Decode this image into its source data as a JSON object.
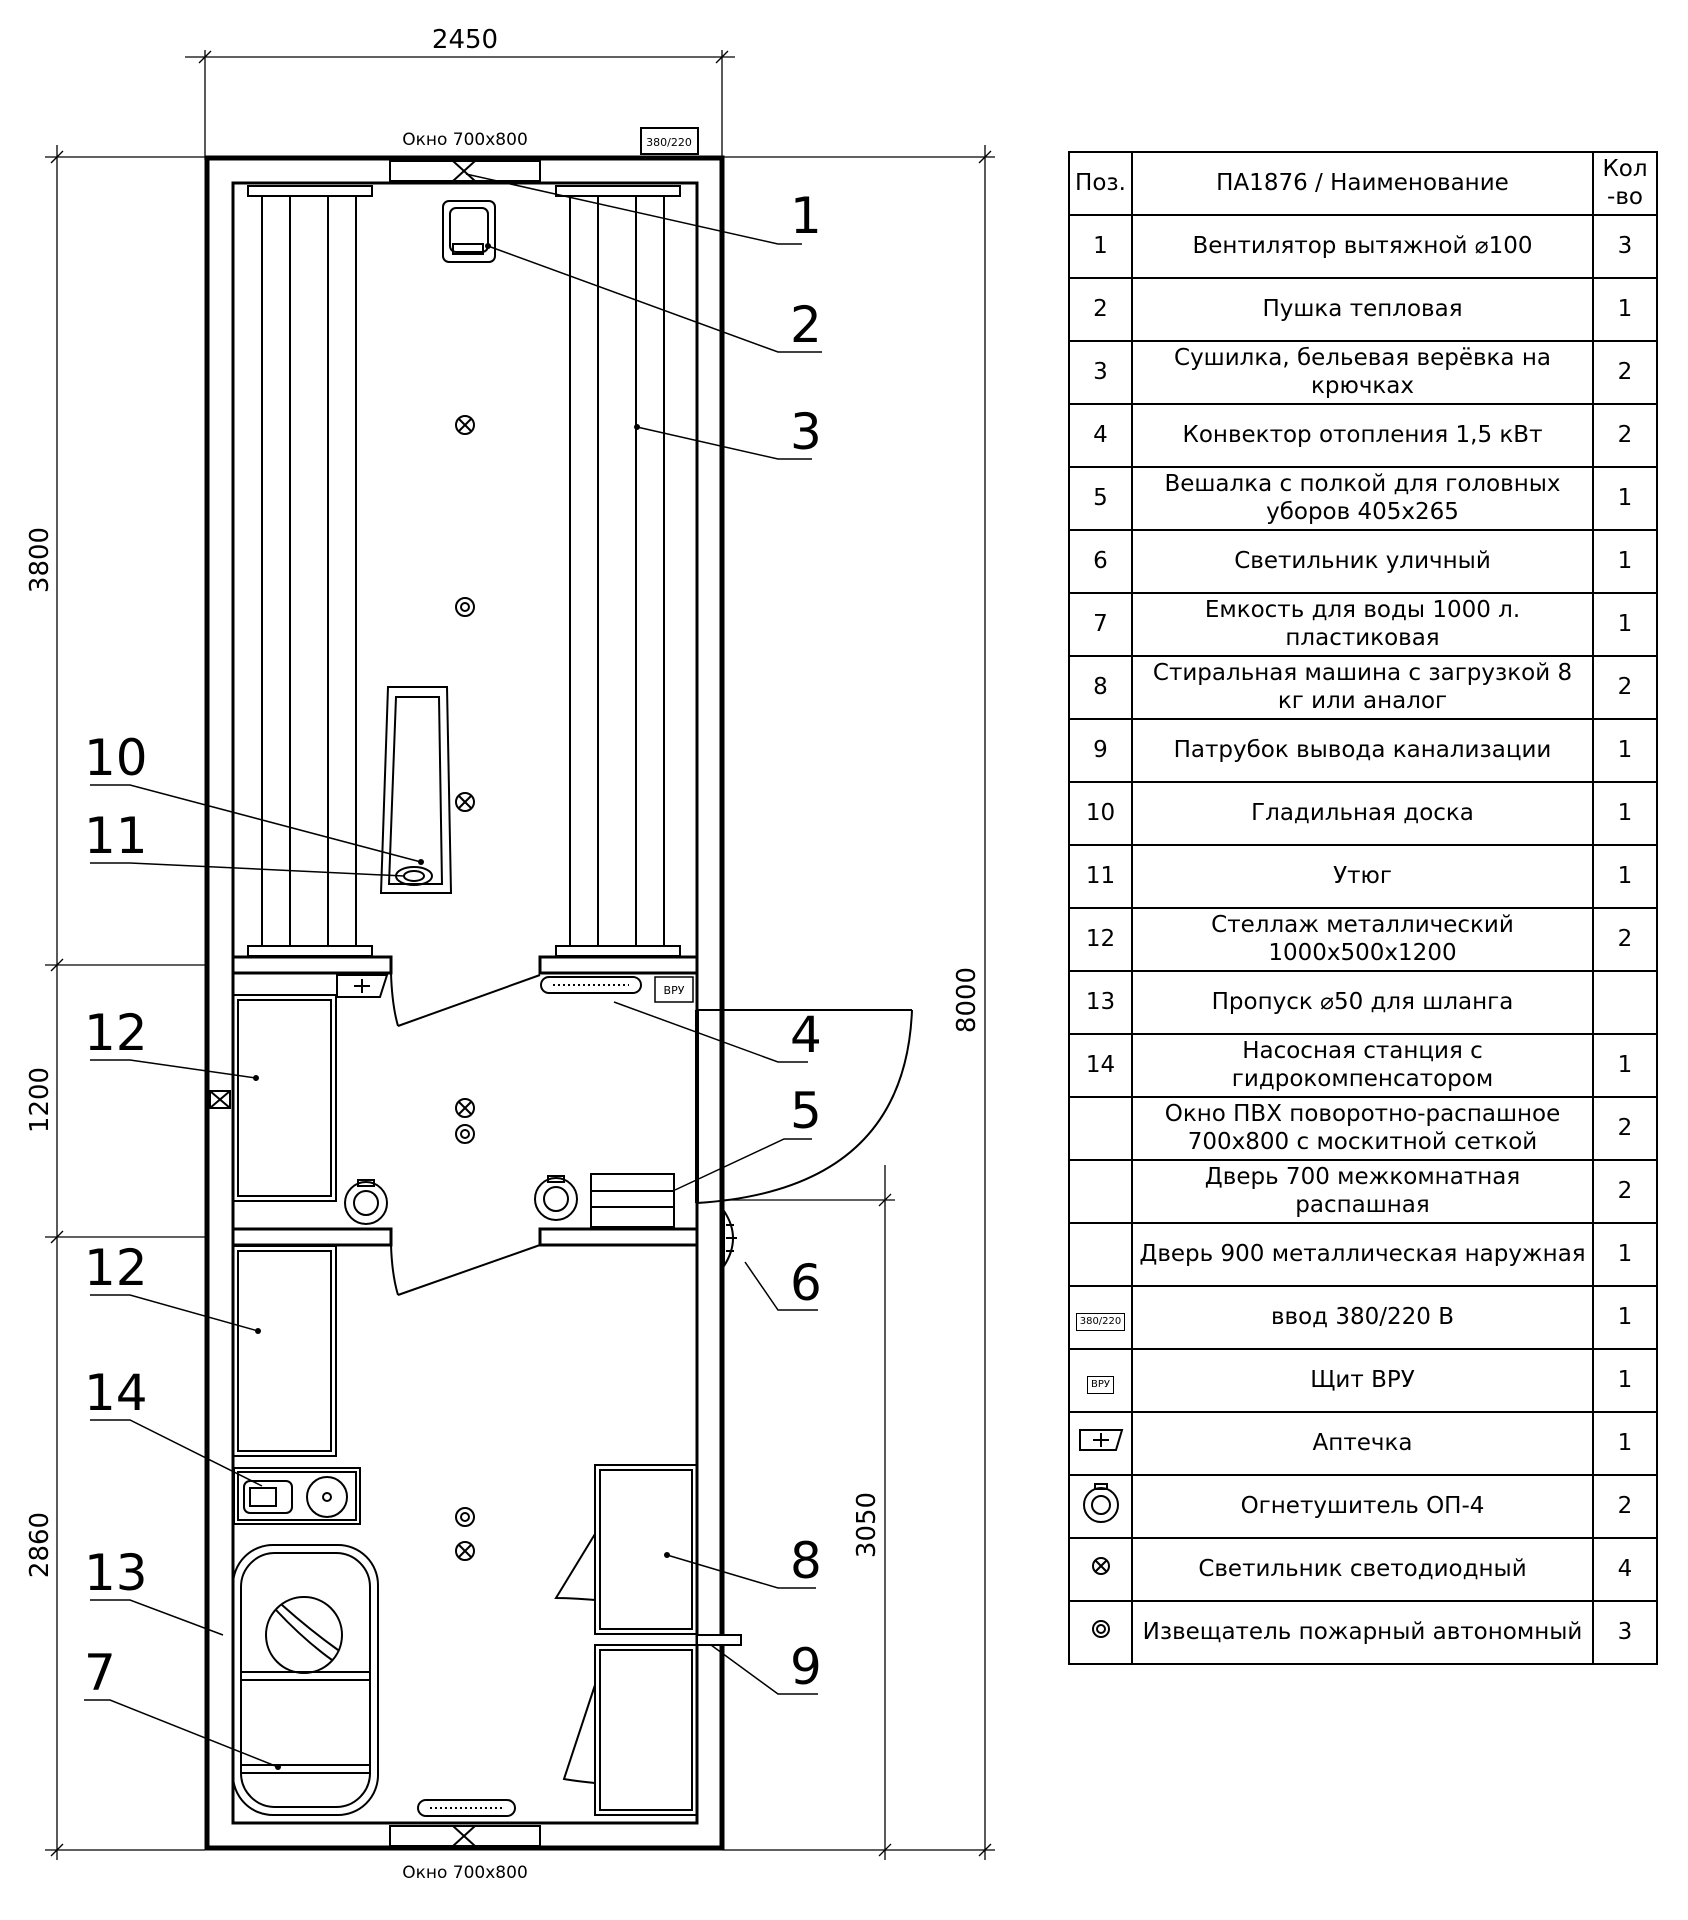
{
  "drawing": {
    "dimensions": {
      "top_width": "2450",
      "total_height": "8000",
      "section_top": "3800",
      "section_mid": "1200",
      "section_bottom": "2860",
      "right_lower": "3050"
    },
    "window_top_label": "Окно 700х800",
    "window_bottom_label": "Окно 700х800",
    "power_badge": "380/220",
    "panel_badge": "ВРУ",
    "callouts": [
      "1",
      "2",
      "3",
      "4",
      "5",
      "6",
      "7",
      "8",
      "9",
      "10",
      "11",
      "12",
      "12",
      "13",
      "14"
    ]
  },
  "table": {
    "headers": {
      "pos": "Поз.",
      "name": "ПА1876 / Наименование",
      "qty": "Кол -во"
    },
    "rows": [
      {
        "pos": "1",
        "name": "Вентилятор вытяжной ⌀100",
        "qty": "3"
      },
      {
        "pos": "2",
        "name": "Пушка тепловая",
        "qty": "1"
      },
      {
        "pos": "3",
        "name": "Сушилка, бельевая верёвка на крючках",
        "qty": "2"
      },
      {
        "pos": "4",
        "name": "Конвектор отопления 1,5 кВт",
        "qty": "2"
      },
      {
        "pos": "5",
        "name": "Вешалка с полкой для головных уборов 405х265",
        "qty": "1"
      },
      {
        "pos": "6",
        "name": "Светильник уличный",
        "qty": "1"
      },
      {
        "pos": "7",
        "name": "Емкость для воды 1000 л. пластиковая",
        "qty": "1"
      },
      {
        "pos": "8",
        "name": "Стиральная машина с загрузкой 8 кг или аналог",
        "qty": "2"
      },
      {
        "pos": "9",
        "name": "Патрубок вывода канализации",
        "qty": "1"
      },
      {
        "pos": "10",
        "name": "Гладильная доска",
        "qty": "1"
      },
      {
        "pos": "11",
        "name": "Утюг",
        "qty": "1"
      },
      {
        "pos": "12",
        "name": "Стеллаж металлический 1000х500х1200",
        "qty": "2"
      },
      {
        "pos": "13",
        "name": "Пропуск ⌀50 для шланга",
        "qty": ""
      },
      {
        "pos": "14",
        "name": "Насосная станция с гидрокомпенсатором",
        "qty": "1"
      },
      {
        "pos": "",
        "name": "Окно ПВХ поворотно-распашное 700х800 с москитной сеткой",
        "qty": "2"
      },
      {
        "pos": "",
        "name": "Дверь 700 межкомнатная распашная",
        "qty": "2"
      },
      {
        "pos": "",
        "name": "Дверь 900 металлическая наружная",
        "qty": "1"
      },
      {
        "pos": "380/220",
        "name": "ввод 380/220 В",
        "qty": "1"
      },
      {
        "pos": "ВРУ",
        "name": "Щит ВРУ",
        "qty": "1"
      },
      {
        "pos": "",
        "name": "Аптечка",
        "qty": "1"
      },
      {
        "pos": "",
        "name": "Огнетушитель ОП-4",
        "qty": "2"
      },
      {
        "pos": "",
        "name": "Светильник светодиодный",
        "qty": "4"
      },
      {
        "pos": "",
        "name": "Извещатель пожарный автономный",
        "qty": "3"
      }
    ],
    "row_symbols": [
      "",
      "",
      "",
      "",
      "",
      "",
      "",
      "",
      "",
      "",
      "",
      "",
      "",
      "",
      "",
      "",
      "",
      "power-badge-symbol",
      "panel-badge-symbol",
      "first-aid-icon",
      "extinguisher-icon",
      "led-light-icon",
      "smoke-detector-icon"
    ]
  }
}
